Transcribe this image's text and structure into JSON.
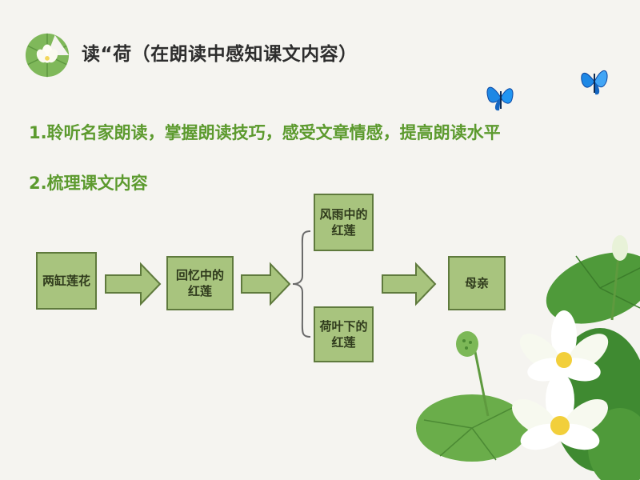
{
  "header": {
    "title": "读“荷（在朗读中感知课文内容）"
  },
  "points": [
    "1.聆听名家朗读，掌握朗读技巧，感受文章情感，提高朗读水平",
    "2.梳理课文内容"
  ],
  "diagram": {
    "nodes": [
      {
        "label": "两缸莲花"
      },
      {
        "label": "回忆中的\n红莲"
      },
      {
        "label": "风雨中的\n红莲"
      },
      {
        "label": "荷叶下的\n红莲"
      },
      {
        "label": "母亲"
      }
    ]
  },
  "colors": {
    "accent_green": "#5c9a2e",
    "box_fill": "#a8c47e",
    "box_border": "#5f7a3d",
    "butterfly_blue": "#1e88e5"
  },
  "decor": {
    "icons": [
      "lotus-leaf-logo-icon",
      "butterfly-icon",
      "lotus-flowers-icon",
      "arrow-right-icon",
      "brace-icon"
    ]
  }
}
